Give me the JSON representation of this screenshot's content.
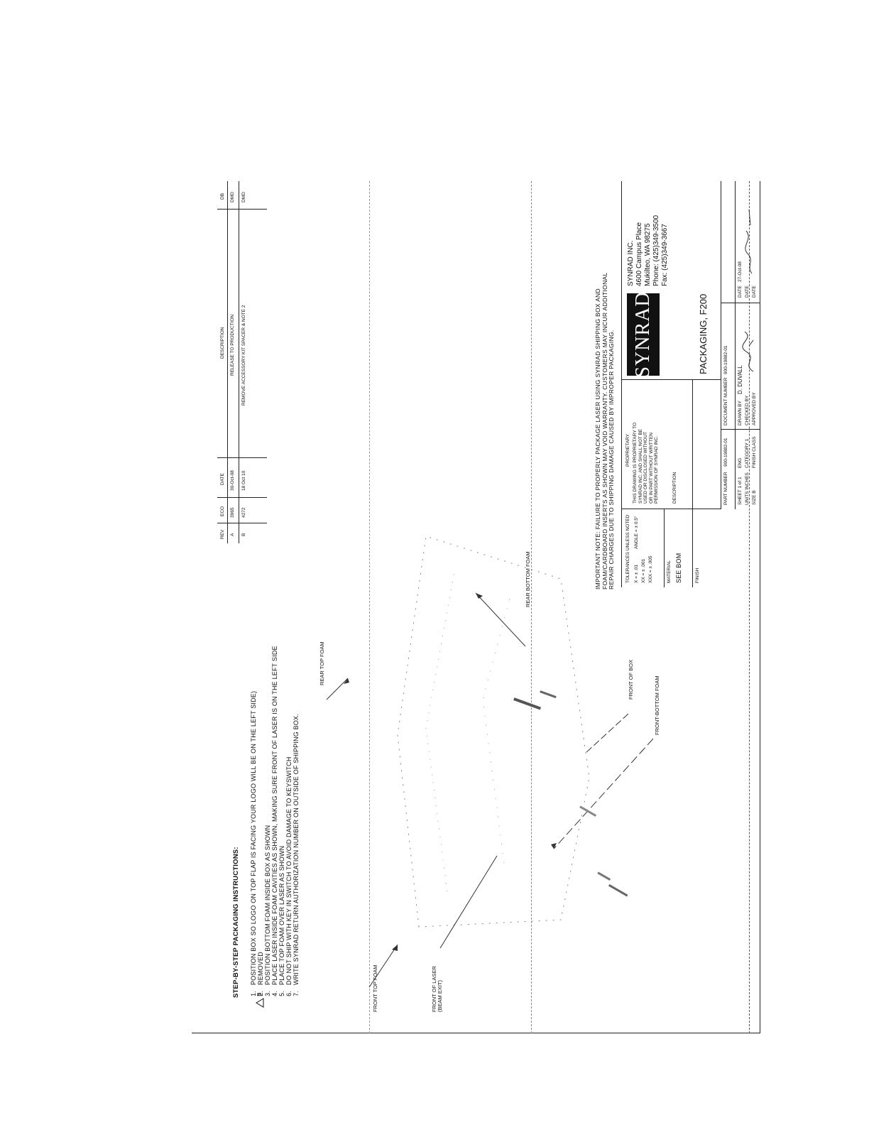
{
  "instructions": {
    "heading": "STEP-BY-STEP PACKAGING INSTRUCTIONS:",
    "steps": [
      {
        "num": "1.",
        "text": "POSITION BOX SO LOGO ON TOP FLAP IS FACING YOUR LOGO WILL BE ON THE LEFT SIDE)"
      },
      {
        "num": "2.",
        "text": "REMOVED"
      },
      {
        "num": "3.",
        "text": "POSITION BOTTOM FOAM INSIDE BOX AS SHOWN"
      },
      {
        "num": "4.",
        "text": "PLACE LASER INSIDE FOAM CAVITIES AS SHOWN, MAKING SURE FRONT OF LASER IS ON THE LEFT SIDE"
      },
      {
        "num": "5.",
        "text": "PLACE TOP FOAM OVER LASER AS SHOWN"
      },
      {
        "num": "6.",
        "text": "DO NOT SHIP WITH KEY IN SWITCH TO AVOID DAMAGE TO KEYSWITCH"
      },
      {
        "num": "7.",
        "text": "WRITE SYNRAD RETURN AUTHORIZATION NUMBER ON OUTSIDE OF SHIPPING BOX."
      }
    ],
    "rev_flag": "B"
  },
  "revisions": {
    "headers": {
      "rev": "REV",
      "eco": "ECO",
      "date": "DATE",
      "description": "DESCRIPTION",
      "by": "DB"
    },
    "rows": [
      {
        "rev": "A",
        "eco": "3965",
        "date": "30-Oct-08",
        "description": "RELEASE TO PRODUCTION",
        "by": "DMD"
      },
      {
        "rev": "B",
        "eco": "4272",
        "date": "18 Oct 10",
        "description": "REMOVE ACCESSORY KIT SPACER & NOTE 2",
        "by": "DMD"
      }
    ]
  },
  "callouts": {
    "front_top_foam": "FRONT TOP FOAM",
    "front_of_laser": "FRONT OF LASER",
    "beam_exit": "(BEAM EXIT)",
    "rear_top_foam": "REAR TOP FOAM",
    "rear_bottom_foam": "REAR BOTTOM FOAM",
    "front_of_box": "FRONT OF BOX",
    "front_bottom_foam": "FRONT-BOTTOM FOAM"
  },
  "important_note": [
    "IMPORTANT NOTE: FAILURE TO PROPERLY PACKAGE LASER USING SYNRAD SHIPPING BOX AND",
    "FOAM/CARDBOARD INSERTS AS SHOWN MAY VOID WARRANTY. CUSTOMERS MAY INCUR ADDITIONAL",
    "REPAIR CHARGES DUE TO SHIPPING DAMAGE CAUSED BY IMPROPER PACKAGING."
  ],
  "title_block": {
    "tolerances_label": "TOLERANCES UNLESS NOTED",
    "tol_x": "X = ± .01",
    "tol_xx": "XX = ± .001",
    "tol_xxx": "XXX = ± .005",
    "tol_angle": "ANGLE = ± 0.5°",
    "material_label": "MATERIAL",
    "material_value": "SEE BOM",
    "finish_label": "FINISH",
    "proprietary_label": "PROPRIETARY",
    "proprietary_text": [
      "THIS DRAWING IS PROPRIETARY TO",
      "SYNRAD INC. AND SHALL NOT BE",
      "USED OR DISCLOSED WITHOUT",
      "OR IN PART WITHOUT WRITTEN",
      "PERMISSION OF SYNRAD INC."
    ],
    "description_label": "DESCRIPTION",
    "description_value": "PACKAGING, F200",
    "logo": "SYNRAD",
    "company": [
      "SYNRAD INC.",
      "4600 Campus Place",
      "Mukilteo, WA 98275",
      "Phone: (425)349-3500",
      "Fax: (425)349-3667"
    ],
    "part_number_label": "PART NUMBER",
    "part_number": "900-19882-01",
    "document_number_label": "DOCUMENT NUMBER",
    "document_number": "900-19882-01",
    "sheet": "SHEET 1 of 1",
    "size": "SIZE B",
    "eng_label": "ENG",
    "category": "CATEGORY 1",
    "units": "UNITS INCHES",
    "finish_class": "FINISH CLASS",
    "drawn_by_label": "DRAWN BY",
    "drawn_by": "D. DUVALL",
    "drawn_date_label": "DATE",
    "drawn_date": "27-Oct-08",
    "checked_by_label": "CHECKED BY",
    "checked_date_label": "DATE",
    "approved_by_label": "APPROVED BY",
    "approved_date_label": "DATE"
  }
}
